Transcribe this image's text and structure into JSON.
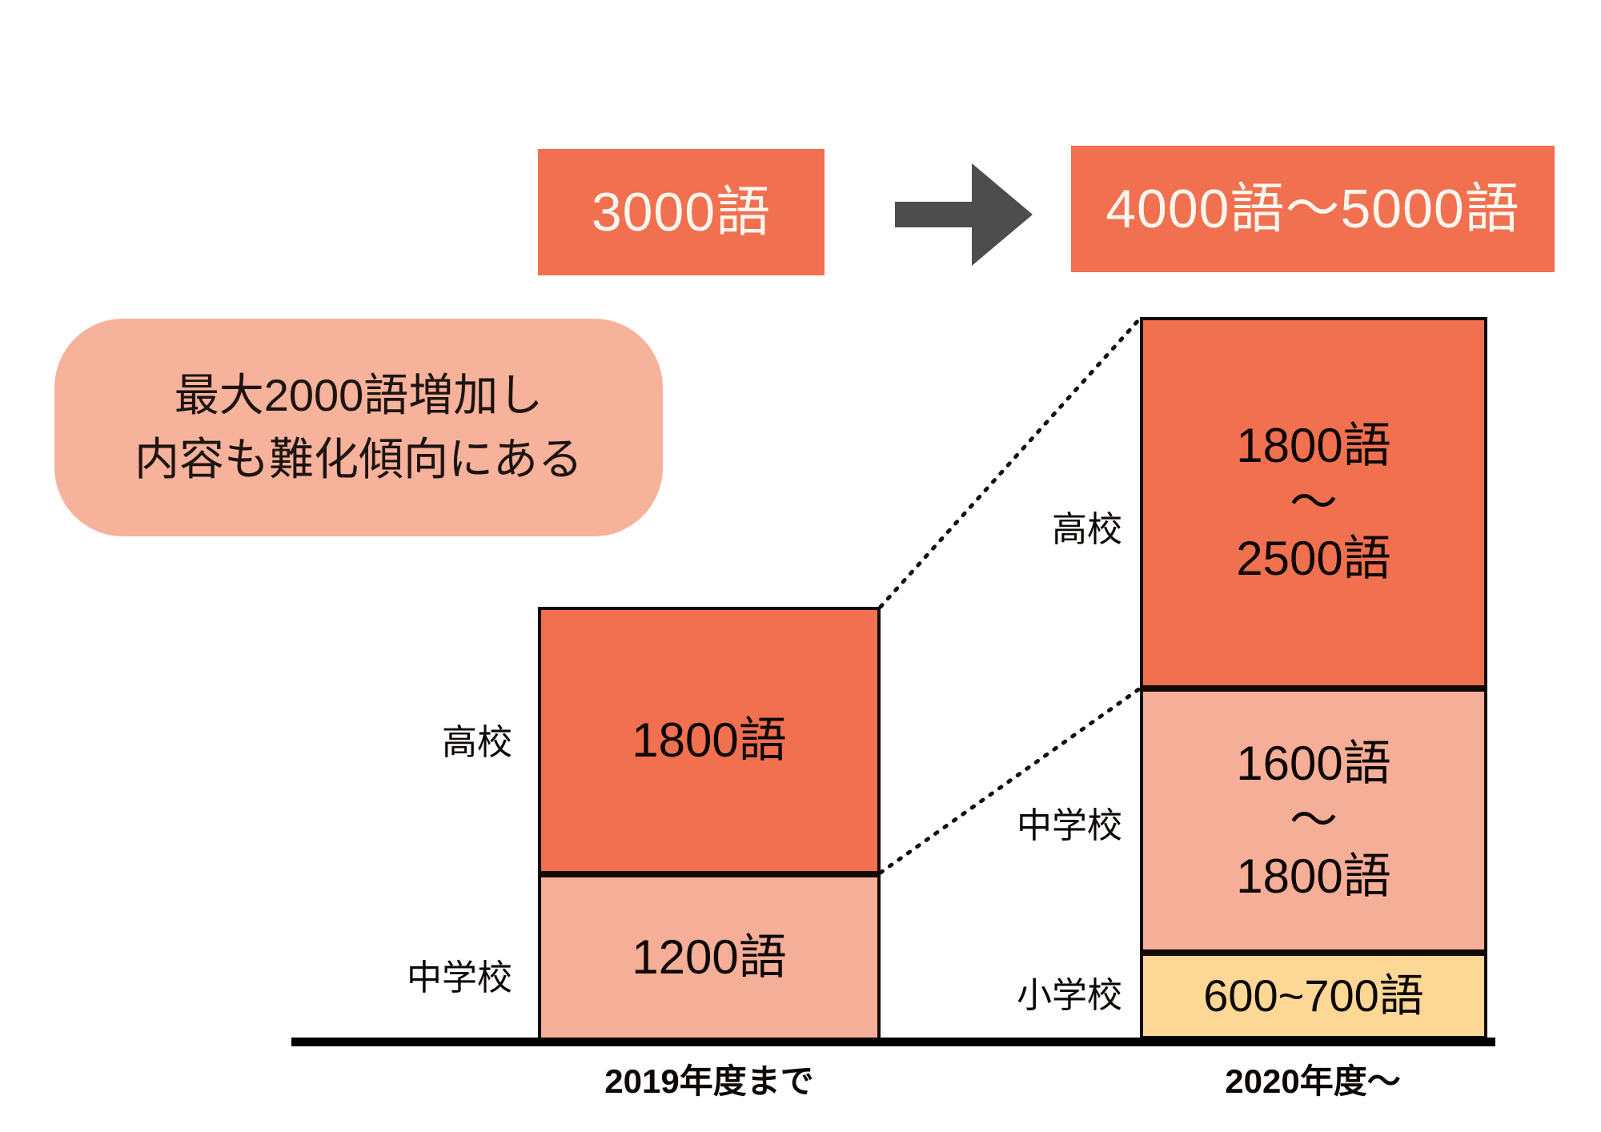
{
  "header": {
    "before_label": "3000語",
    "arrow": "arrow-right-icon",
    "after_label": "4000語～5000語"
  },
  "callout": {
    "line1": "最大2000語増加し",
    "line2": "内容も難化傾向にある"
  },
  "colors": {
    "high_school": "#F0704F",
    "junior_high": "#F5AE97",
    "elementary": "#FCD795",
    "callout_bg": "#F7B29B",
    "banner_bg": "#F0704F",
    "arrow": "#4D4D4D",
    "outline": "#120A06"
  },
  "chart_data": {
    "type": "bar",
    "title": "",
    "xlabel": "",
    "ylabel": "",
    "stacked": true,
    "categories": [
      "2019年度まで",
      "2020年度～"
    ],
    "series": [
      {
        "name": "高校",
        "values": [
          1800,
          2150
        ],
        "labels": [
          "1800語",
          "1800語\n～\n2500語"
        ],
        "range": [
          null,
          [
            1800,
            2500
          ]
        ],
        "color": "#F0704F"
      },
      {
        "name": "中学校",
        "values": [
          1200,
          1700
        ],
        "labels": [
          "1200語",
          "1600語\n～\n1800語"
        ],
        "range": [
          null,
          [
            1600,
            1800
          ]
        ],
        "color": "#F5AE97"
      },
      {
        "name": "小学校",
        "values": [
          0,
          650
        ],
        "labels": [
          "",
          "600~700語"
        ],
        "range": [
          null,
          [
            600,
            700
          ]
        ],
        "color": "#FCD795"
      }
    ],
    "totals": [
      "3000語",
      "4000語～5000語"
    ],
    "annotation": "最大2000語増加し 内容も難化傾向にある"
  },
  "left_column": {
    "axis_label": "2019年度まで",
    "segments": [
      {
        "label": "高校",
        "value_line1": "1800語",
        "value_line2": "",
        "value_line3": ""
      },
      {
        "label": "中学校",
        "value_line1": "1200語",
        "value_line2": "",
        "value_line3": ""
      }
    ]
  },
  "right_column": {
    "axis_label": "2020年度～",
    "segments": [
      {
        "label": "高校",
        "value_line1": "1800語",
        "value_line2": "～",
        "value_line3": "2500語"
      },
      {
        "label": "中学校",
        "value_line1": "1600語",
        "value_line2": "～",
        "value_line3": "1800語"
      },
      {
        "label": "小学校",
        "value_line1": "600~700語",
        "value_line2": "",
        "value_line3": ""
      }
    ]
  }
}
